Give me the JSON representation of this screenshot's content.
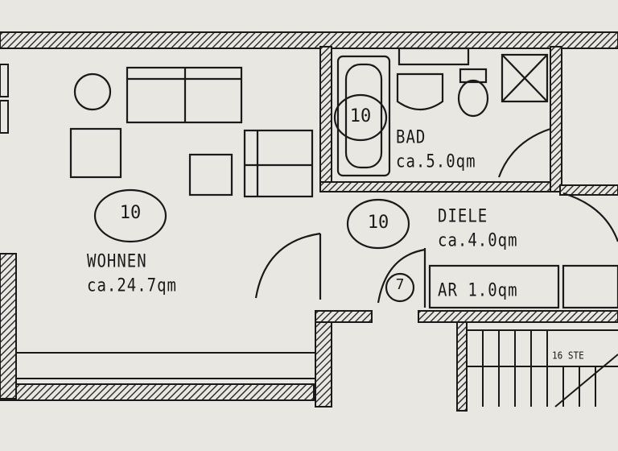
{
  "rooms": [
    {
      "name": "WOHNEN",
      "area": "ca.24.7qm",
      "marker": "10"
    },
    {
      "name": "BAD",
      "area": "ca.5.0qm",
      "marker": "10"
    },
    {
      "name": "DIELE",
      "area": "ca.4.0qm",
      "marker": "10"
    }
  ],
  "storage": {
    "label": "AR 1.0qm",
    "marker": "7"
  },
  "stairs": {
    "label": "16 STE"
  },
  "colors": {
    "paper": "#e9e7e2",
    "ink": "#1a1a1a",
    "hatch": "#555555"
  }
}
